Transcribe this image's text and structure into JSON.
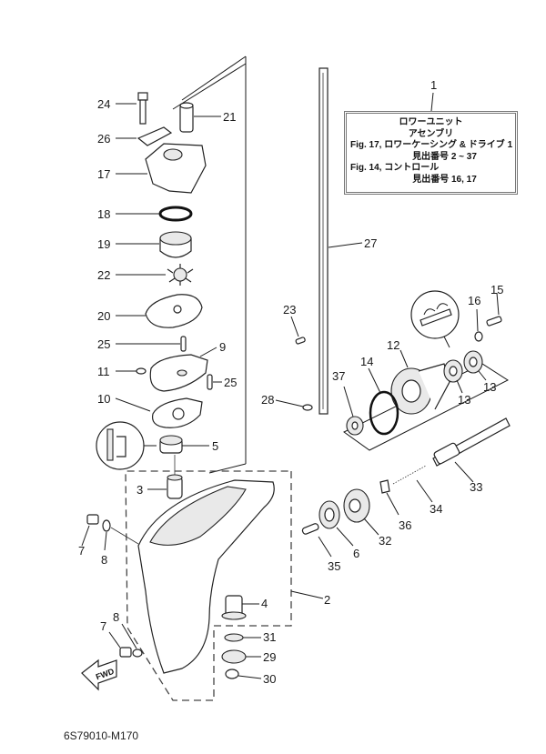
{
  "diagram": {
    "reference_code": "6S79010-M170",
    "direction_marker": "FWD",
    "info_box": {
      "callout": "1",
      "title_line1": "ロワーユニット",
      "title_line2": "アセンブリ",
      "fig1": "Fig. 17, ロワーケーシング & ドライブ 1",
      "fig1_range": "見出番号 2 ~ 37",
      "fig2": "Fig. 14, コントロール",
      "fig2_range": "見出番号 16, 17"
    },
    "callouts": {
      "p2": "2",
      "p3": "3",
      "p4": "4",
      "p5": "5",
      "p6": "6",
      "p7a": "7",
      "p7b": "7",
      "p8a": "8",
      "p8b": "8",
      "p9": "9",
      "p10": "10",
      "p11": "11",
      "p12": "12",
      "p13a": "13",
      "p13b": "13",
      "p14": "14",
      "p15": "15",
      "p16": "16",
      "p17": "17",
      "p18": "18",
      "p19": "19",
      "p20": "20",
      "p21": "21",
      "p22": "22",
      "p23": "23",
      "p24": "24",
      "p25a": "25",
      "p25b": "25",
      "p26": "26",
      "p27": "27",
      "p28": "28",
      "p29": "29",
      "p30": "30",
      "p31": "31",
      "p32": "32",
      "p33": "33",
      "p34": "34",
      "p35": "35",
      "p36": "36",
      "p37": "37"
    }
  }
}
